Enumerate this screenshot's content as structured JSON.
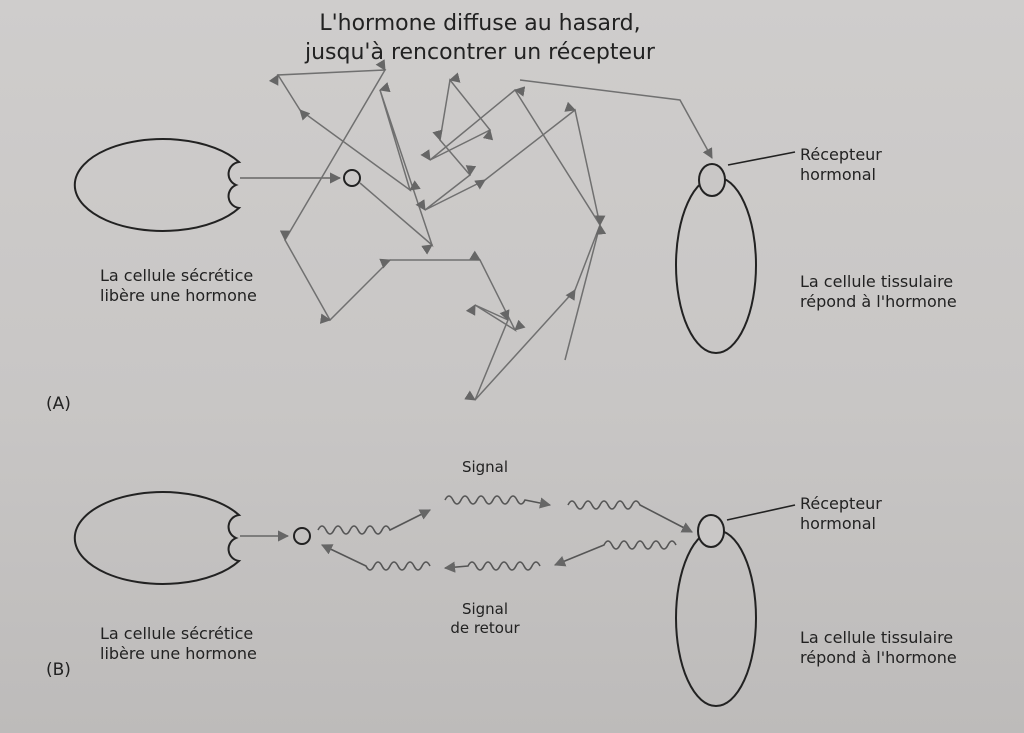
{
  "panel_a": {
    "title_line1": "L'hormone diffuse au hasard,",
    "title_line2": "jusqu'à rencontrer un récepteur",
    "secretory_line1": "La cellule sécrétice",
    "secretory_line2": "libère une hormone",
    "receptor_line1": "Récepteur",
    "receptor_line2": "hormonal",
    "tissue_line1": "La cellule tissulaire",
    "tissue_line2": "répond à l'hormone",
    "label": "(A)"
  },
  "panel_b": {
    "signal": "Signal",
    "return_line1": "Signal",
    "return_line2": "de retour",
    "secretory_line1": "La cellule sécrétice",
    "secretory_line2": "libère une hormone",
    "receptor_line1": "Récepteur",
    "receptor_line2": "hormonal",
    "tissue_line1": "La cellule tissulaire",
    "tissue_line2": "répond à l'hormone",
    "label": "(B)"
  },
  "colors": {
    "ink": "#222222",
    "arrow": "#707070"
  }
}
